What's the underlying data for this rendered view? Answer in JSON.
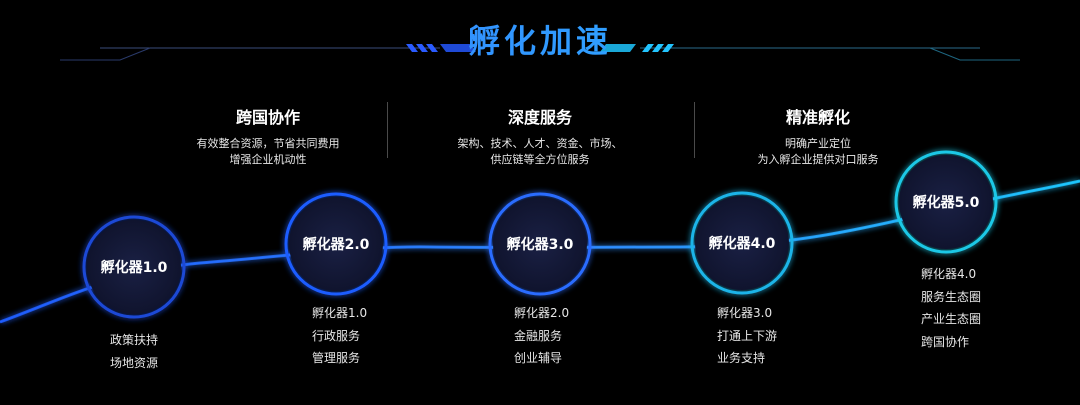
{
  "title": "孵化加速",
  "features": [
    {
      "title": "跨国协作",
      "lines": [
        "有效整合资源，节省共同费用",
        "增强企业机动性"
      ]
    },
    {
      "title": "深度服务",
      "lines": [
        "架构、技术、人才、资金、市场、",
        "供应链等全方位服务"
      ]
    },
    {
      "title": "精准孵化",
      "lines": [
        "明确产业定位",
        "为入孵企业提供对口服务"
      ]
    }
  ],
  "nodes": [
    {
      "label": "孵化器1.0",
      "items": [
        "政策扶持",
        "场地资源"
      ]
    },
    {
      "label": "孵化器2.0",
      "items": [
        "孵化器1.0",
        "行政服务",
        "管理服务"
      ]
    },
    {
      "label": "孵化器3.0",
      "items": [
        "孵化器2.0",
        "金融服务",
        "创业辅导"
      ]
    },
    {
      "label": "孵化器4.0",
      "items": [
        "孵化器3.0",
        "打通上下游",
        "业务支持"
      ]
    },
    {
      "label": "孵化器5.0",
      "items": [
        "孵化器4.0",
        "服务生态圈",
        "产业生态圈",
        "跨国协作"
      ]
    }
  ],
  "colors": {
    "background": "#000000",
    "accent_blue": "#1f5dff",
    "accent_cyan": "#1ec8ff"
  }
}
